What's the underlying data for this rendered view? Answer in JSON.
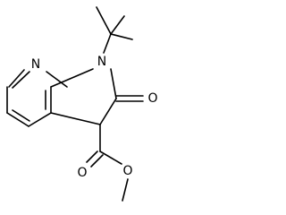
{
  "molecule": {
    "atoms": {
      "ring_nitrogen": "N",
      "lactam_nitrogen": "N",
      "lactam_oxygen": "O",
      "ester_carbonyl_oxygen": "O",
      "ester_ether_oxygen": "O"
    }
  }
}
